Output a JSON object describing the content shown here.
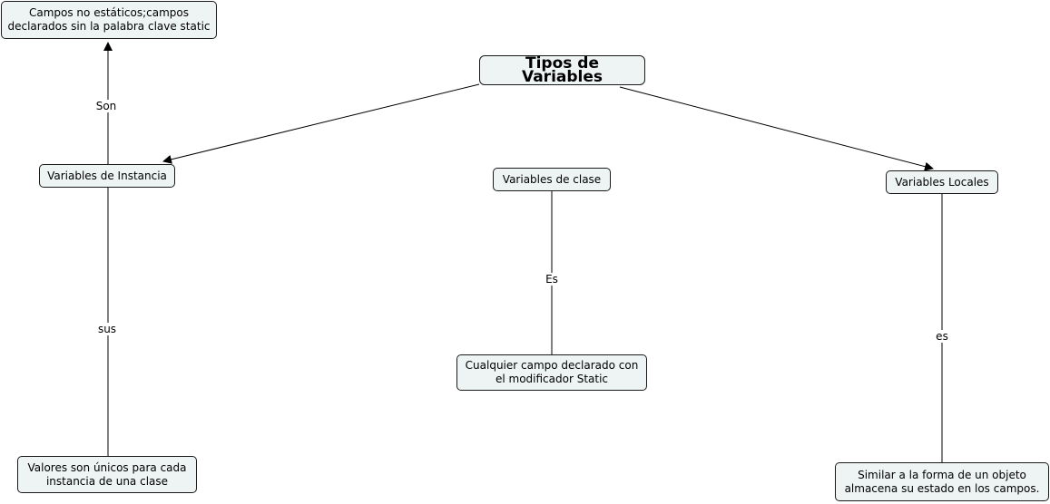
{
  "nodes": {
    "root": "Tipos de Variables",
    "instancia": "Variables de Instancia",
    "clase": "Variables de clase",
    "locales": "Variables Locales",
    "no_estaticos": "Campos no estáticos;campos declarados sin la palabra clave static",
    "valores_unicos": "Valores son únicos para cada instancia de una clase",
    "campo_static": "Cualquier campo declarado con el modificador Static",
    "similar_objeto": "Similar a la forma de un objeto almacena su estado en los campos."
  },
  "links": {
    "son": "Son",
    "sus": "sus",
    "es_mayus": "Es",
    "es": "es"
  },
  "colors": {
    "node_fill": "#eef3f4",
    "node_border": "#1a1a1a",
    "line": "#000000"
  }
}
